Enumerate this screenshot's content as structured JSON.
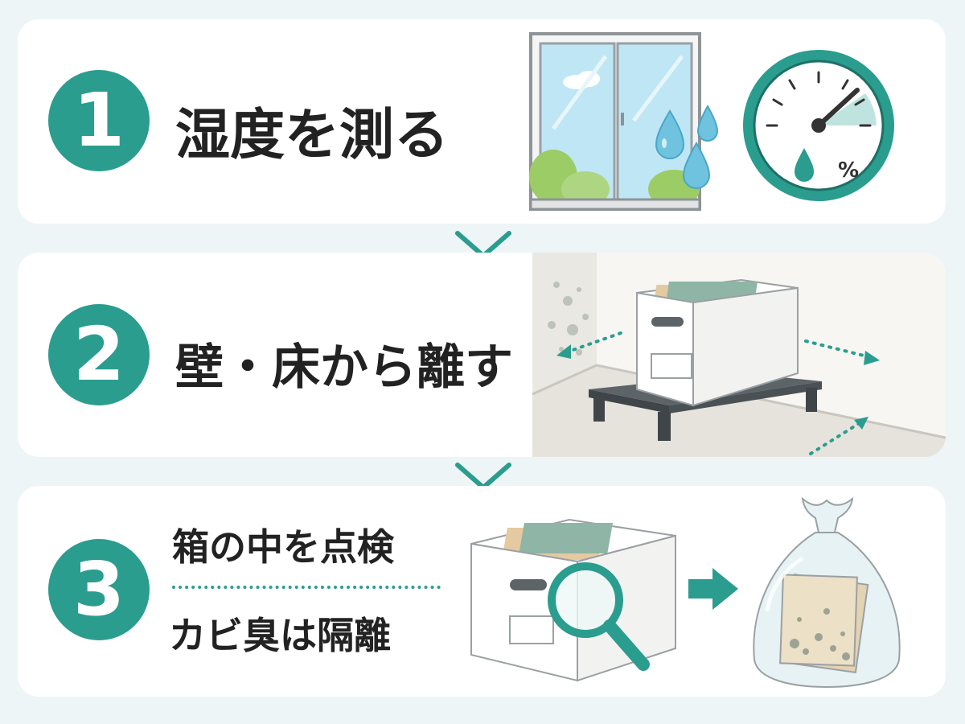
{
  "steps": [
    {
      "number": "1",
      "title": "湿度を測る"
    },
    {
      "number": "2",
      "title": "壁・床から離す"
    },
    {
      "number": "3",
      "title_line1": "箱の中を点検",
      "title_line2": "カビ臭は隔離"
    }
  ],
  "gauge": {
    "unit_label": "%"
  },
  "colors": {
    "accent": "#2a9d8f",
    "background": "#edf5f6",
    "card": "#ffffff",
    "text": "#222222",
    "water": "#6fc3de"
  },
  "icons": [
    "window-icon",
    "water-drop-icon",
    "hygrometer-icon",
    "chevron-down-icon",
    "storage-box-icon",
    "pallet-icon",
    "spacing-arrow-icon",
    "magnifier-icon",
    "right-arrow-icon",
    "plastic-bag-icon",
    "moldy-papers-icon"
  ]
}
